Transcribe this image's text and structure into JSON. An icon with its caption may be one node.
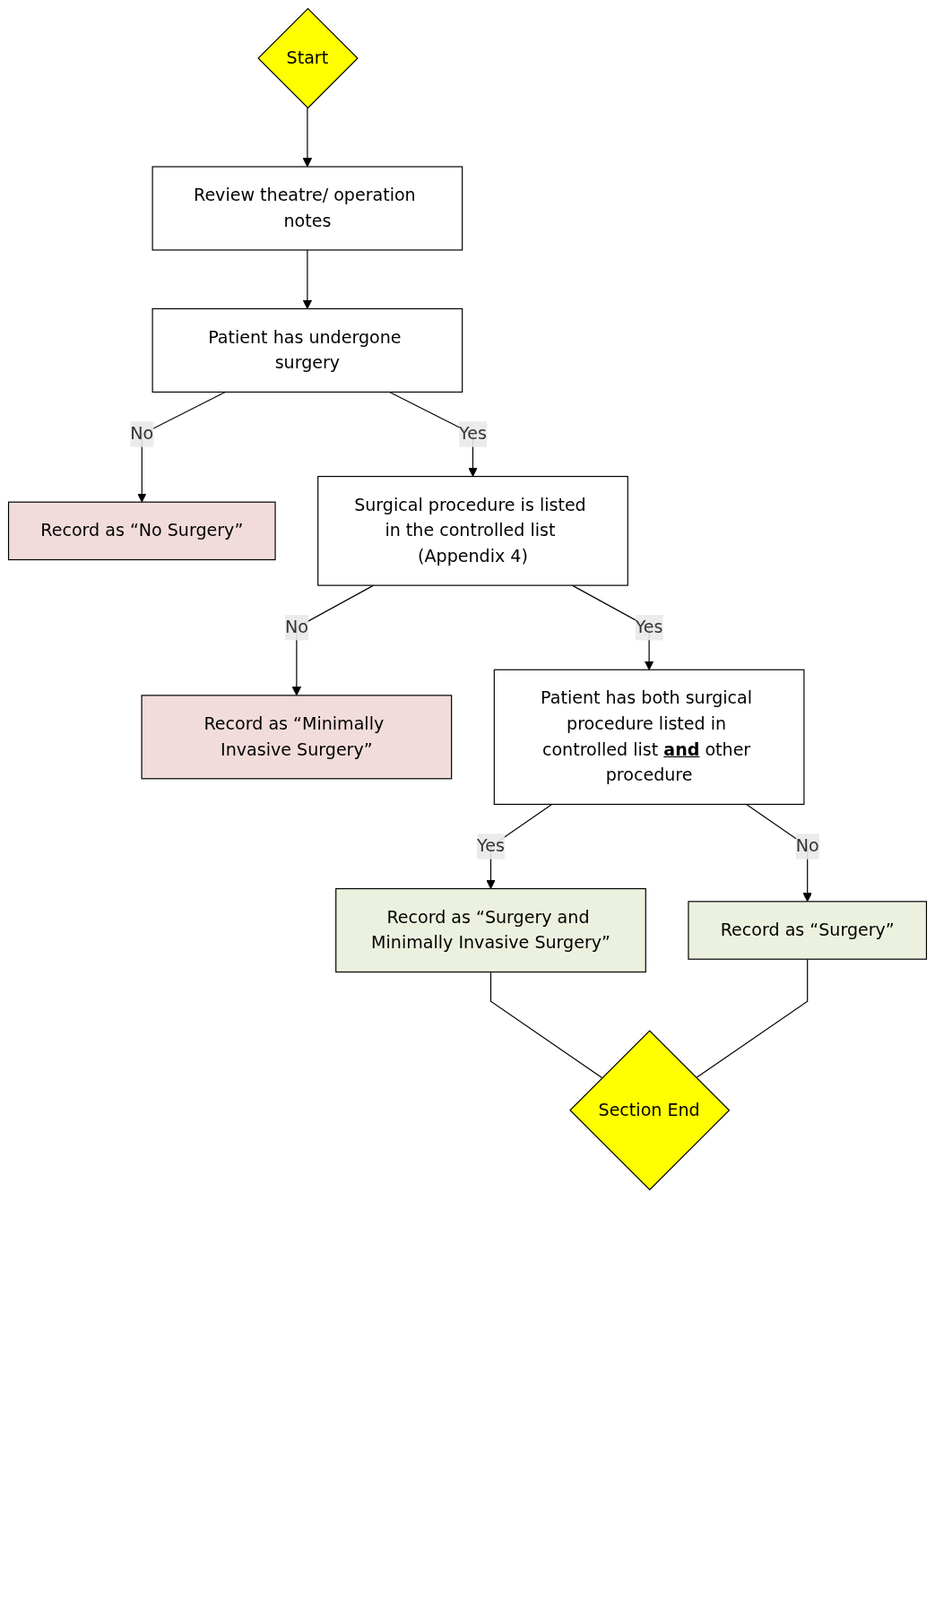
{
  "diagram": {
    "nodes": [
      {
        "text": [
          "Start"
        ]
      },
      {
        "text": [
          "Review theatre/ operation notes"
        ]
      },
      {
        "text": [
          "Patient has undergone surgery"
        ]
      },
      {
        "text": [
          "Record as “No Surgery”"
        ]
      },
      {
        "text": [
          "Surgical procedure is listed in the controlled list (Appendix 4)"
        ]
      },
      {
        "text": [
          "Record as “Minimally Invasive Surgery”"
        ]
      },
      {
        "text": [
          "Patient has both surgical procedure listed in controlled list **and** other procedure"
        ]
      },
      {
        "text": [
          "Record as “Surgery and Minimally Invasive Surgery”"
        ]
      },
      {
        "text": [
          "Record as “Surgery”"
        ]
      },
      {
        "text": [
          "Section End"
        ]
      }
    ],
    "edges": [
      {
        "from": 0,
        "to": 1,
        "arrow": "to"
      },
      {
        "from": 1,
        "to": 2,
        "arrow": "to"
      },
      {
        "from": 2,
        "to": 3,
        "arrow": "to",
        "label": "No"
      },
      {
        "from": 2,
        "to": 4,
        "arrow": "to",
        "label": "Yes"
      },
      {
        "from": 4,
        "to": 5,
        "arrow": "to",
        "label": "No"
      },
      {
        "from": 4,
        "to": 6,
        "arrow": "to",
        "label": "Yes"
      },
      {
        "from": 6,
        "to": 7,
        "arrow": "to",
        "label": "Yes"
      },
      {
        "from": 6,
        "to": 8,
        "arrow": "to",
        "label": "No"
      },
      {
        "from": 7,
        "to": 9,
        "arrow": "none"
      },
      {
        "from": 8,
        "to": 9,
        "arrow": "none"
      }
    ]
  }
}
